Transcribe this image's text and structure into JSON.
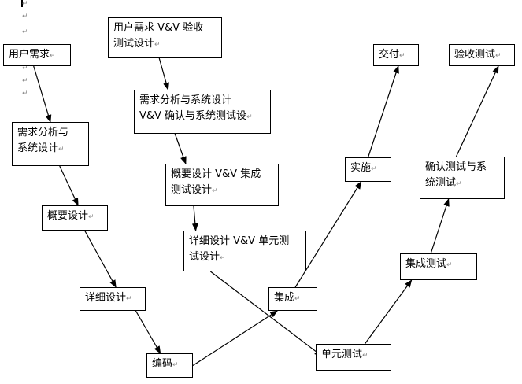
{
  "nodes": [
    {
      "id": "user_req",
      "text": "用户需求"
    },
    {
      "id": "req_analysis",
      "text": "需求分析与\n系统设计"
    },
    {
      "id": "outline_design",
      "text": "概要设计"
    },
    {
      "id": "detail_design",
      "text": "详细设计"
    },
    {
      "id": "coding",
      "text": "编码"
    },
    {
      "id": "user_req_vv",
      "text": "用户需求 V&V 验收\n测试设计"
    },
    {
      "id": "req_analysis_vv",
      "text": "需求分析与系统设计\nV&V 确认与系统测试设"
    },
    {
      "id": "outline_design_vv",
      "text": "概要设计 V&V 集成\n测试设计"
    },
    {
      "id": "detail_design_vv",
      "text": "详细设计 V&V 单元测\n试设计"
    },
    {
      "id": "integration",
      "text": "集成"
    },
    {
      "id": "implementation",
      "text": "实施"
    },
    {
      "id": "delivery",
      "text": "交付"
    },
    {
      "id": "unit_test",
      "text": "单元测试"
    },
    {
      "id": "integration_test",
      "text": "集成测试"
    },
    {
      "id": "confirm_sys_test",
      "text": "确认测试与系\n统测试"
    },
    {
      "id": "acceptance_test",
      "text": "验收测试"
    }
  ],
  "edges": [
    {
      "from": "user_req",
      "to": "req_analysis"
    },
    {
      "from": "req_analysis",
      "to": "outline_design"
    },
    {
      "from": "outline_design",
      "to": "detail_design"
    },
    {
      "from": "detail_design",
      "to": "coding"
    },
    {
      "from": "coding",
      "to": "integration"
    },
    {
      "from": "integration",
      "to": "implementation"
    },
    {
      "from": "implementation",
      "to": "delivery"
    },
    {
      "from": "user_req_vv",
      "to": "req_analysis_vv"
    },
    {
      "from": "req_analysis_vv",
      "to": "outline_design_vv"
    },
    {
      "from": "outline_design_vv",
      "to": "detail_design_vv"
    },
    {
      "from": "detail_design_vv",
      "to": "unit_test"
    },
    {
      "from": "unit_test",
      "to": "integration_test"
    },
    {
      "from": "integration_test",
      "to": "confirm_sys_test"
    },
    {
      "from": "confirm_sys_test",
      "to": "acceptance_test"
    }
  ],
  "paragraph_mark": "↵"
}
